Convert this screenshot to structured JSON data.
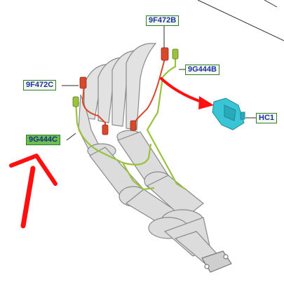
{
  "callouts": {
    "top_sensor": "9F472B",
    "top_connector": "9G444B",
    "left_sensor": "9F472C",
    "left_connector": "9G444C",
    "catalyst": "HC1"
  },
  "colors": {
    "label_border": "#2e7d2e",
    "label_text": "#1b2fa8",
    "label_highlight": "#6cbf4a",
    "sensor_orange": "#d9482b",
    "wire_green": "#9ac23c",
    "part_cyan": "#39c5d6",
    "arrow_red": "#ff1010",
    "metal_grey": "#d9d9d9"
  },
  "icons": [
    "red-arrow-right",
    "red-arrow-up",
    "cyan-catalyst-part"
  ]
}
